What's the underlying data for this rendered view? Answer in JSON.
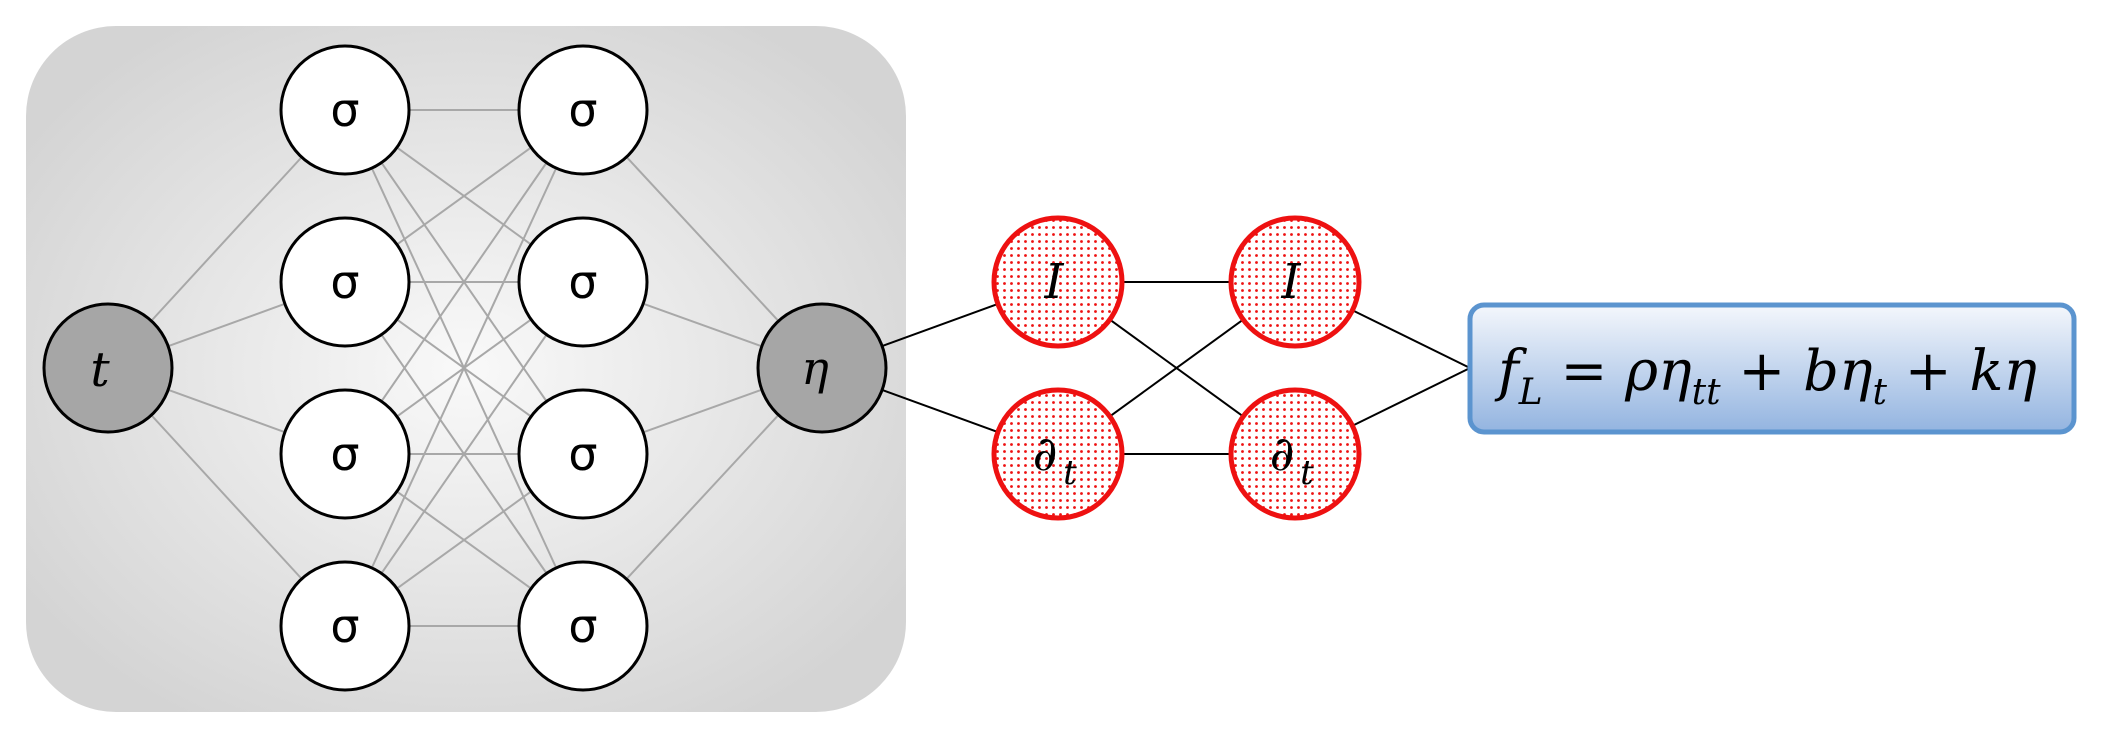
{
  "input_node": {
    "label": "t"
  },
  "hidden_layer_1": [
    "σ",
    "σ",
    "σ",
    "σ"
  ],
  "hidden_layer_2": [
    "σ",
    "σ",
    "σ",
    "σ"
  ],
  "output_node": {
    "label": "η"
  },
  "operator_layer_1": [
    {
      "label": "I",
      "sub": ""
    },
    {
      "label": "∂",
      "sub": "t"
    }
  ],
  "operator_layer_2": [
    {
      "label": "I",
      "sub": ""
    },
    {
      "label": "∂",
      "sub": "t"
    }
  ],
  "equation": {
    "f": "f",
    "f_sub": "L",
    "eq": " = ρη",
    "tt": "tt",
    "plus_b": " + bη",
    "t": "t",
    "plus_k": " + kη"
  },
  "colors": {
    "panel_outer": "#d4d4d4",
    "panel_inner": "#f9f9f9",
    "gray_node": "#a6a6a6",
    "operator_red": "#ee1111",
    "equation_top": "#f4f7fc",
    "equation_bottom": "#93b4e0",
    "equation_border": "#5b94cf",
    "connection_gray": "#a8a8a8"
  }
}
